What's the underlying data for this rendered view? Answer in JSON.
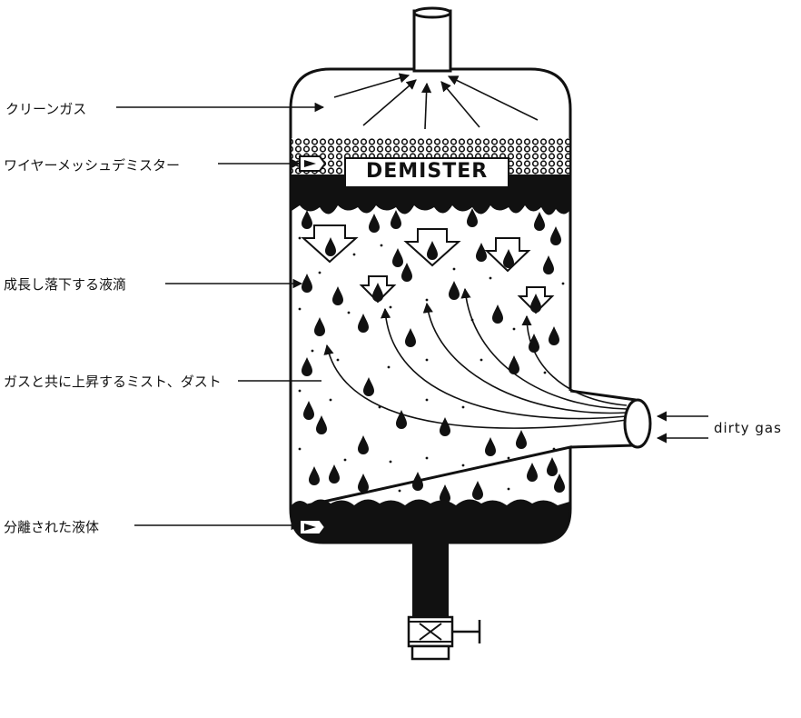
{
  "diagram": {
    "demister_label": "DEMISTER",
    "labels": {
      "clean_gas": "クリーンガス",
      "wire_mesh_demister": "ワイヤーメッシュデミスター",
      "growing_droplets": "成長し落下する液滴",
      "rising_mist": "ガスと共に上昇するミスト、ダスト",
      "separated_liquid": "分離された液体",
      "dirty_gas": "dirty  gas"
    }
  }
}
